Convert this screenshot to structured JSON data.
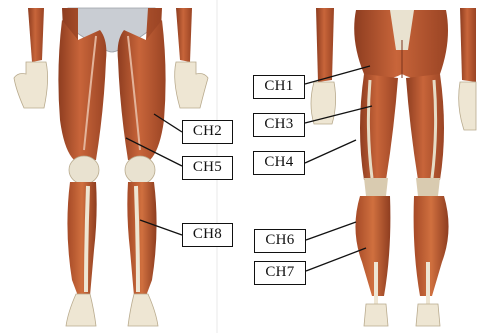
{
  "diagram": {
    "views": [
      "front-view",
      "back-view"
    ],
    "labels": {
      "ch1": "CH1",
      "ch2": "CH2",
      "ch3": "CH3",
      "ch4": "CH4",
      "ch5": "CH5",
      "ch6": "CH6",
      "ch7": "CH7",
      "ch8": "CH8"
    },
    "colors": {
      "muscle": "#b8562f",
      "muscle_dark": "#8e3d20",
      "tendon": "#e7dcc4",
      "bone": "#f1ebdd",
      "leader_line": "#111111",
      "background": "#ffffff"
    }
  }
}
